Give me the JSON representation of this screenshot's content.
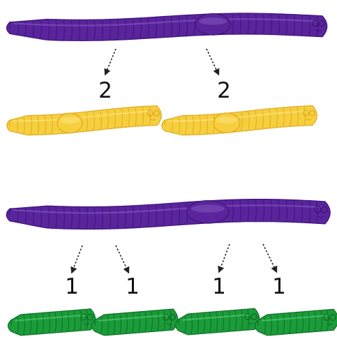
{
  "colors": {
    "purple": "#5a259c",
    "purple_dark": "#3e137a",
    "purple_light": "#8a5fc8",
    "yellow": "#f6cf3e",
    "yellow_dark": "#e0a922",
    "yellow_light": "#fde98c",
    "green": "#1b9c3a",
    "green_dark": "#0f6e26",
    "green_light": "#5fd37a",
    "arrow": "#222222",
    "text": "#111111"
  },
  "top_section": {
    "long_worm": "purple-long-worm",
    "labels": [
      "2",
      "2"
    ],
    "pieces": [
      "yellow-worm",
      "yellow-worm"
    ]
  },
  "bottom_section": {
    "long_worm": "purple-long-worm",
    "labels": [
      "1",
      "1",
      "1",
      "1"
    ],
    "pieces": [
      "green-worm",
      "green-worm",
      "green-worm",
      "green-worm"
    ]
  }
}
